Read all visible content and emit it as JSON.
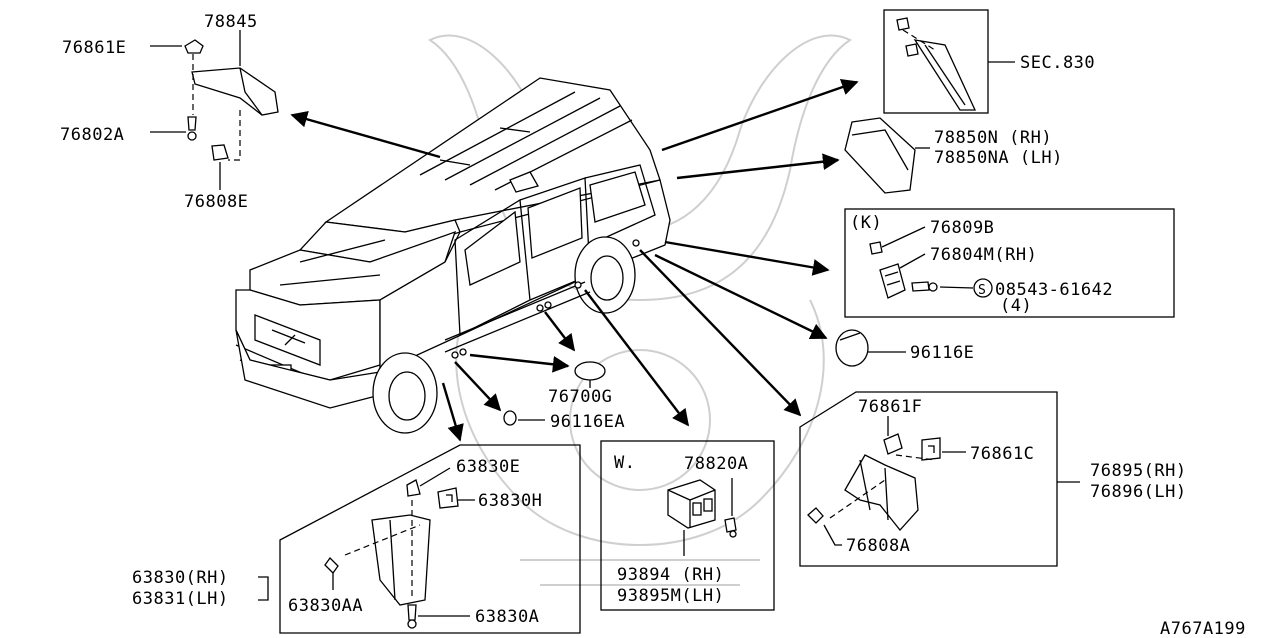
{
  "diagram_id": "A767A199",
  "parts": {
    "p78845": "78845",
    "p76861E": "76861E",
    "p76802A": "76802A",
    "p76808E": "76808E",
    "sec830": "SEC.830",
    "p78850N": "78850N  (RH)",
    "p78850NA": "78850NA (LH)",
    "k_label": "(K)",
    "p76809B": "76809B",
    "p76804M": "76804M(RH)",
    "p08543": "08543-61642",
    "p08543_qty": "(4)",
    "s_symbol": "S",
    "p96116E": "96116E",
    "p76700G": "76700G",
    "p96116EA": "96116EA",
    "p63830E": "63830E",
    "p63830H": "63830H",
    "p63830": "63830(RH)",
    "p63831": "63831(LH)",
    "p63830AA": "63830AA",
    "p63830A": "63830A",
    "w_label": "W.",
    "p78820A": "78820A",
    "p93894": "93894  (RH)",
    "p93895M": "93895M(LH)",
    "p76861F": "76861F",
    "p76861C": "76861C",
    "p76895": "76895(RH)",
    "p76896": "76896(LH)",
    "p76808A": "76808A"
  }
}
